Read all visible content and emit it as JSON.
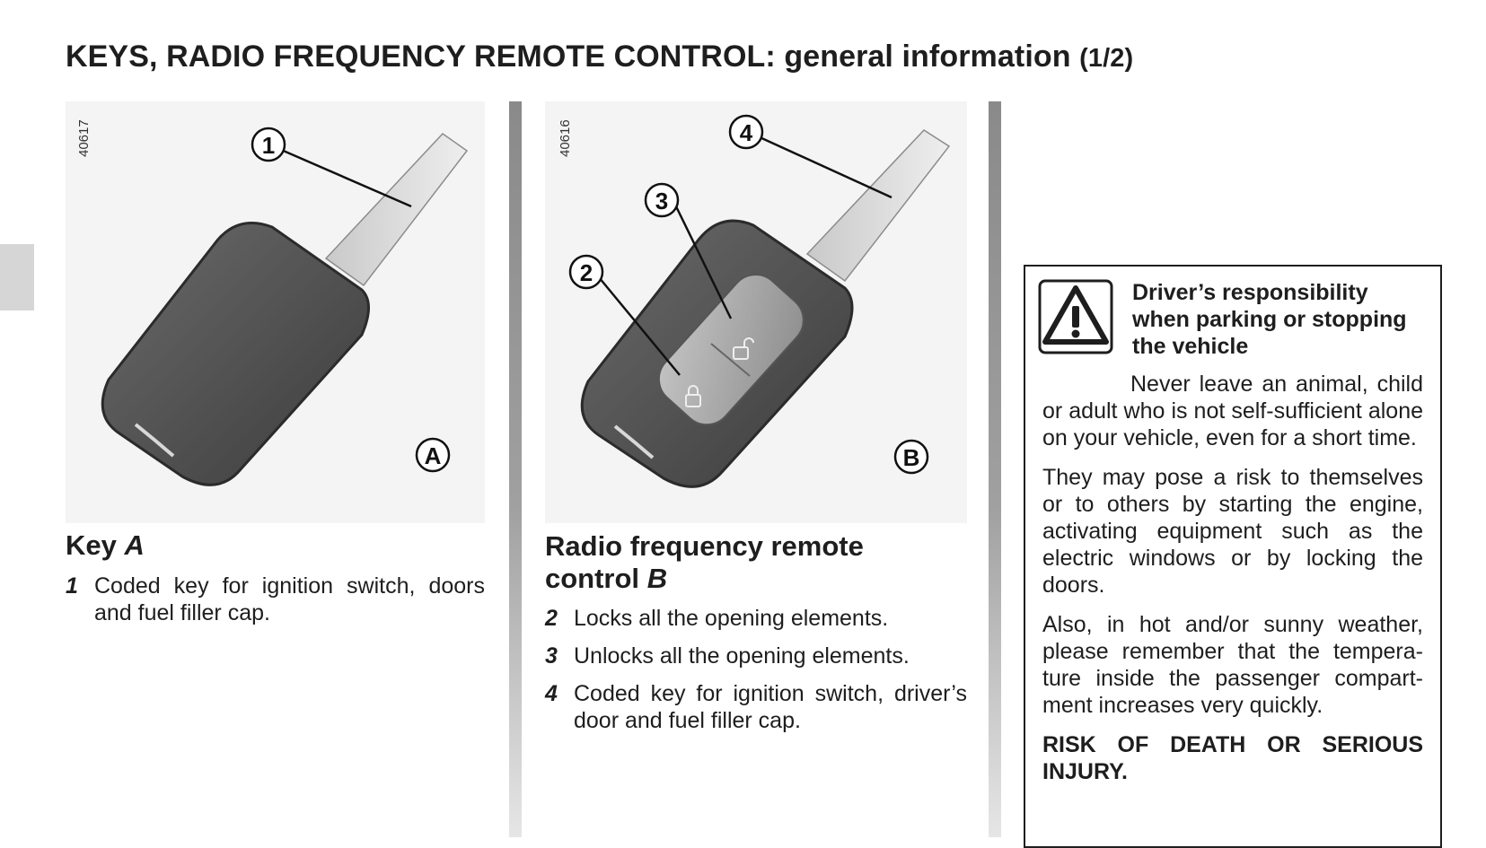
{
  "page": {
    "title": "KEYS, RADIO FREQUENCY REMOTE CONTROL: general information",
    "page_indicator": "(1/2)"
  },
  "figures": {
    "key": {
      "code": "40617",
      "callouts": [
        "1"
      ],
      "label": "A"
    },
    "remote": {
      "code": "40616",
      "callouts": [
        "4",
        "3",
        "2"
      ],
      "label": "B"
    }
  },
  "key_section": {
    "heading": "Key",
    "heading_letter": "A",
    "items": [
      {
        "num": "1",
        "text": "Coded key for ignition switch, doors and fuel filler cap."
      }
    ]
  },
  "remote_section": {
    "heading": "Radio frequency remote control",
    "heading_letter": "B",
    "items": [
      {
        "num": "2",
        "text": "Locks all the opening elements."
      },
      {
        "num": "3",
        "text": "Unlocks all the opening elements."
      },
      {
        "num": "4",
        "text": "Coded key for ignition switch, driv­er’s door and fuel filler cap."
      }
    ]
  },
  "warning": {
    "icon": "warning-triangle-icon",
    "title": "Driver’s responsibility when parking or stopping the vehicle",
    "paragraphs": [
      "Never leave an animal, child or adult who is not self-suffi­cient alone on your vehicle, even for a short time.",
      "They may pose a risk to themselves or to others by starting the engine, activating equipment such as the electric windows or by locking the doors.",
      "Also, in hot and/or sunny weather, please remember that the tempera­ture inside the passenger compart­ment increases very quickly."
    ],
    "final": "RISK OF DEATH OR SERIOUS INJURY."
  }
}
